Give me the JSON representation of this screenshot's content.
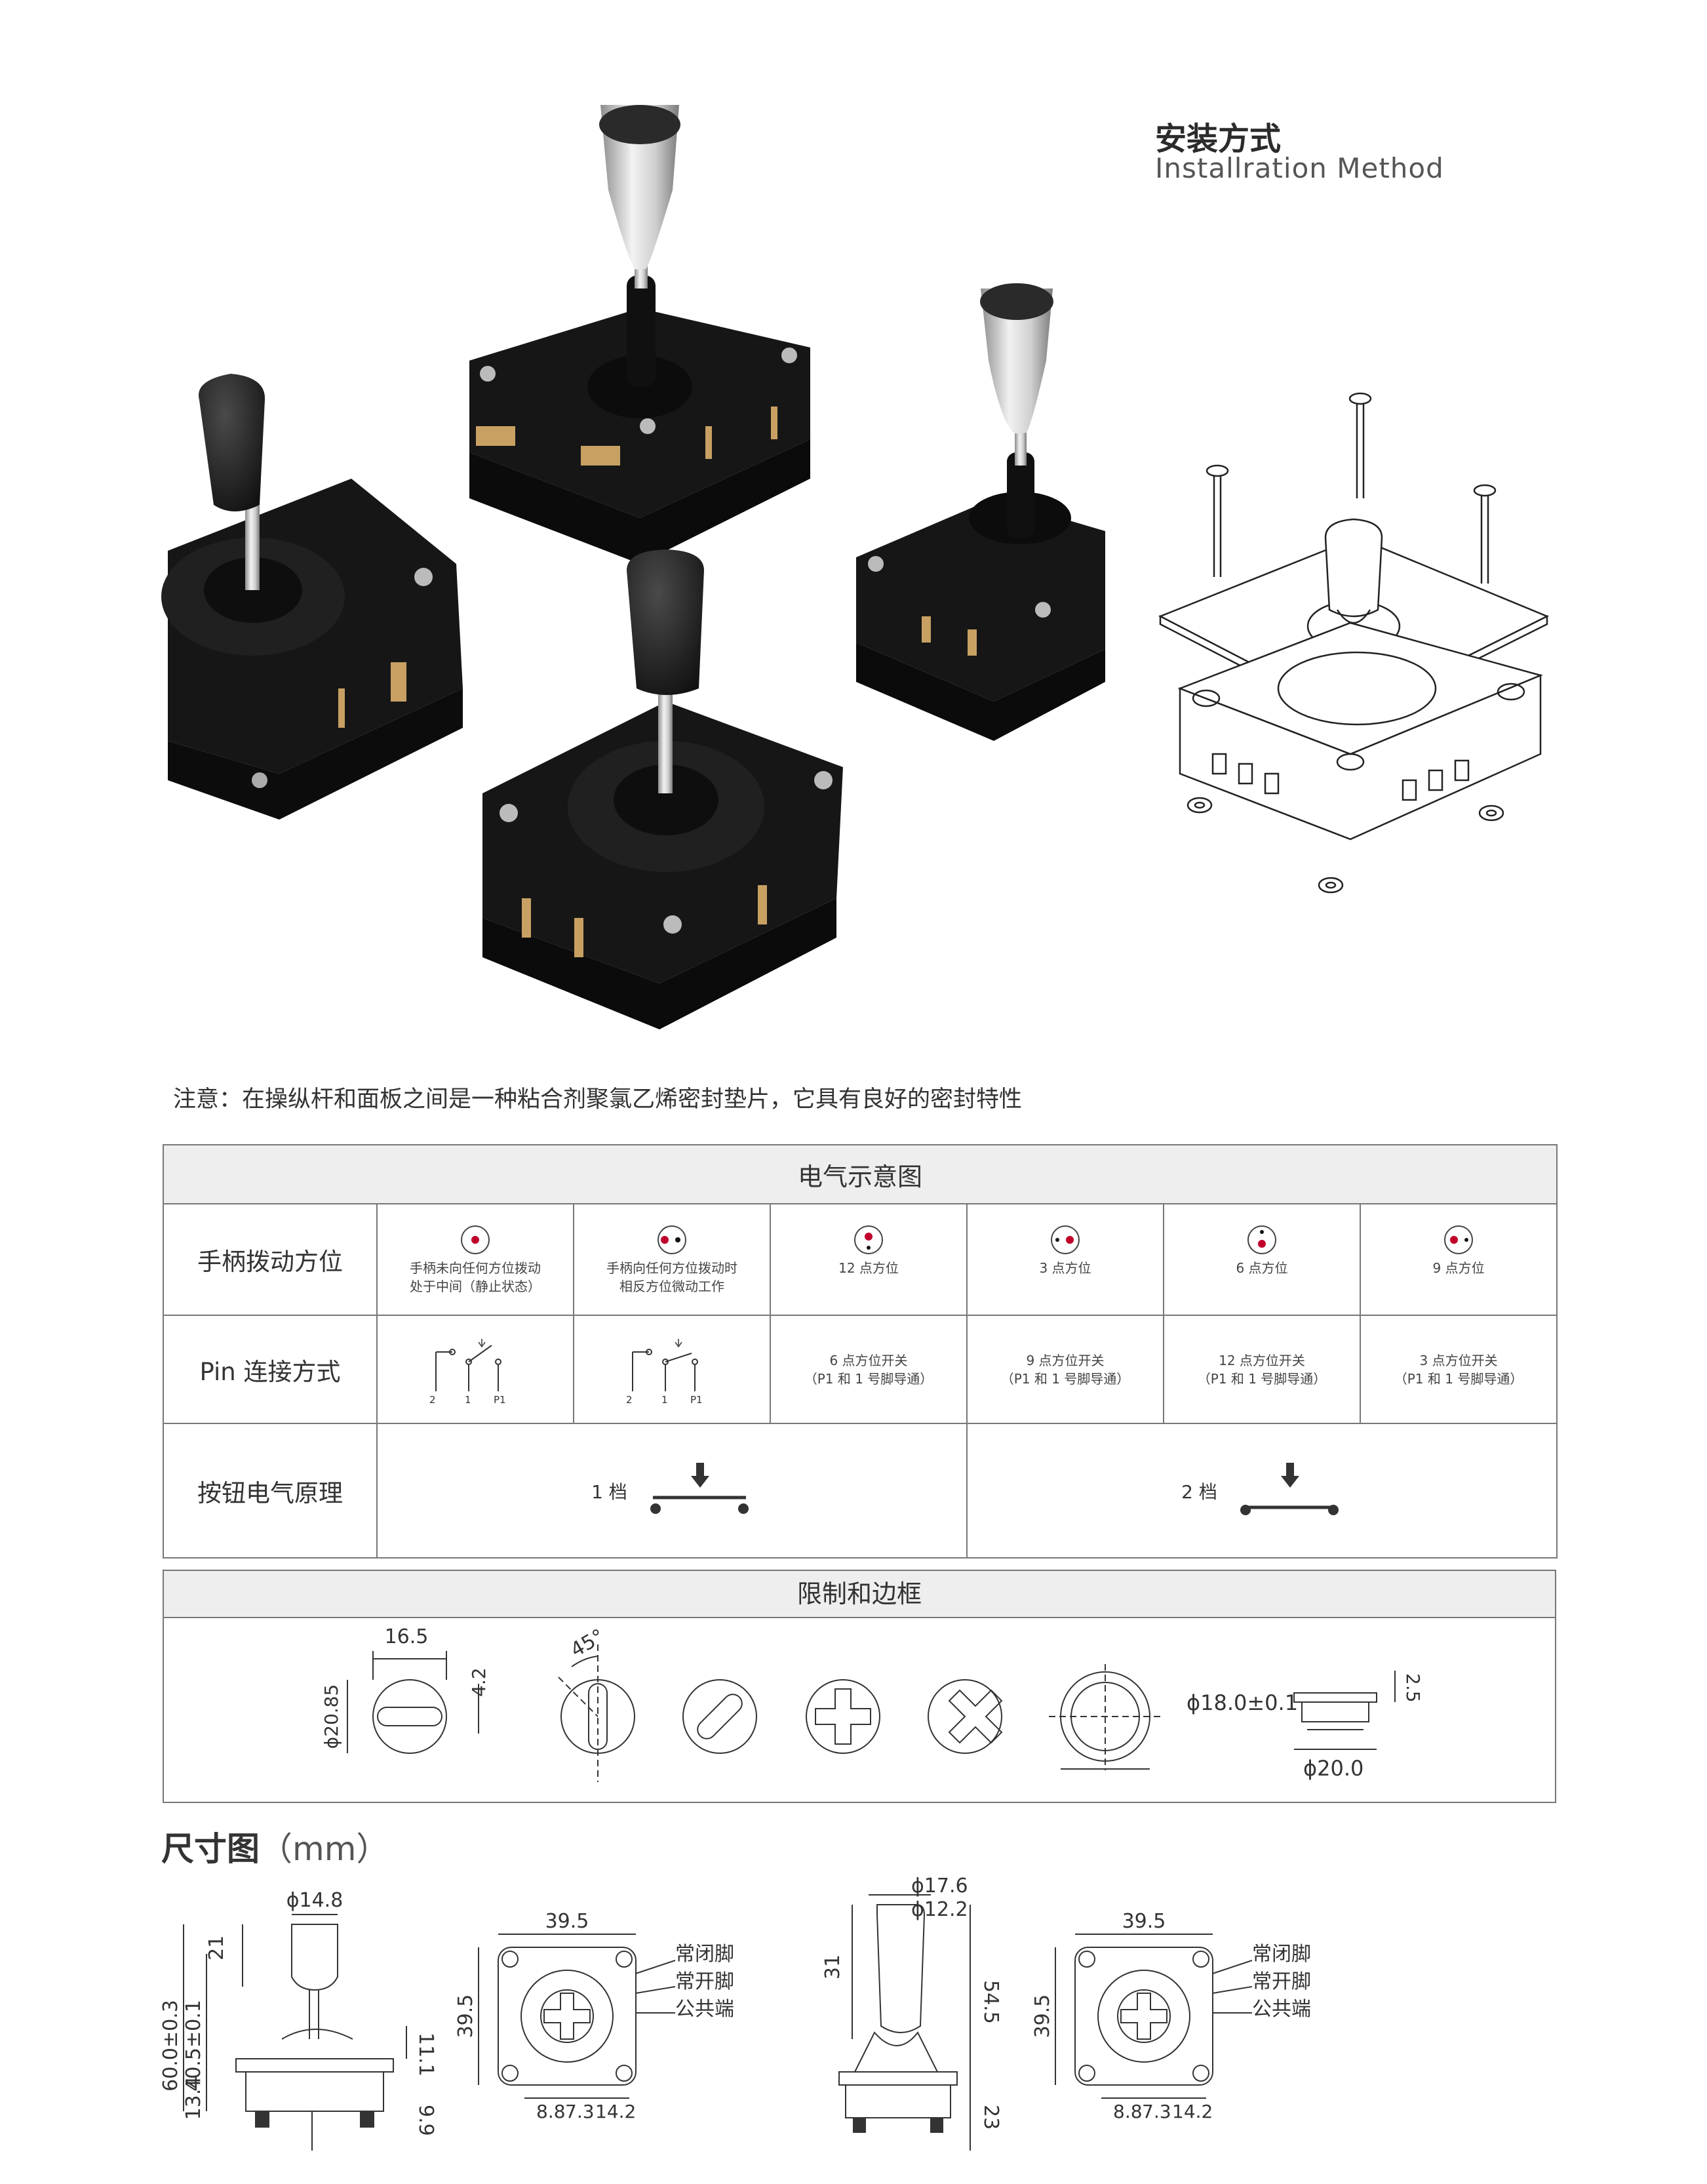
{
  "header": {
    "title_cn": "安装方式",
    "title_en": "Installration Method"
  },
  "note": "注意：在操纵杆和面板之间是一种粘合剂聚氯乙烯密封垫片，它具有良好的密封特性",
  "electrical": {
    "title": "电气示意图",
    "row_handle": "手柄拨动方位",
    "row_pin": "Pin 连接方式",
    "row_button": "按钮电气原理",
    "positions": [
      {
        "line1": "手柄未向任何方位拨动",
        "line2": "处于中间（静止状态）"
      },
      {
        "line1": "手柄向任何方位拨动时",
        "line2": "相反方位微动工作"
      },
      {
        "line1": "12 点方位",
        "line2": ""
      },
      {
        "line1": "3 点方位",
        "line2": ""
      },
      {
        "line1": "6 点方位",
        "line2": ""
      },
      {
        "line1": "9 点方位",
        "line2": ""
      }
    ],
    "pin_texts": [
      {
        "line1": "6 点方位开关",
        "line2": "（P1 和 1 号脚导通）"
      },
      {
        "line1": "9 点方位开关",
        "line2": "（P1 和 1 号脚导通）"
      },
      {
        "line1": "12 点方位开关",
        "line2": "（P1 和 1 号脚导通）"
      },
      {
        "line1": "3 点方位开关",
        "line2": "（P1 和 1 号脚导通）"
      }
    ],
    "pin_labels": {
      "p2": "2",
      "p1": "1",
      "pp1": "P1"
    },
    "button": [
      {
        "label": "1 档"
      },
      {
        "label": "2 档"
      }
    ]
  },
  "limits": {
    "title": "限制和边框",
    "dims": {
      "w": "16.5",
      "d": "ϕ20.85",
      "h": "4.2",
      "angle": "45°",
      "d18": "ϕ18.0±0.1",
      "d20": "ϕ20.0",
      "t": "2.5"
    }
  },
  "dimension": {
    "title": "尺寸图",
    "unit": "（mm）",
    "labels": {
      "d148": "ϕ14.8",
      "h21": "21",
      "h603": "60.0±0.3",
      "h405": "40.5±0.1",
      "h111": "11.1",
      "h134": "13.4",
      "h99": "9.9",
      "w395": "39.5",
      "h395": "39.5",
      "b88": "8.8",
      "b73": "7.3",
      "b142": "14.2",
      "d176": "ϕ17.6",
      "d122": "ϕ12.2",
      "h31": "31",
      "h545": "54.5",
      "h23": "23",
      "nc": "常闭脚",
      "no": "常开脚",
      "com": "公共端"
    }
  },
  "colors": {
    "accent": "#c0002a",
    "border": "#777777",
    "header_bg": "#eeeeee"
  }
}
